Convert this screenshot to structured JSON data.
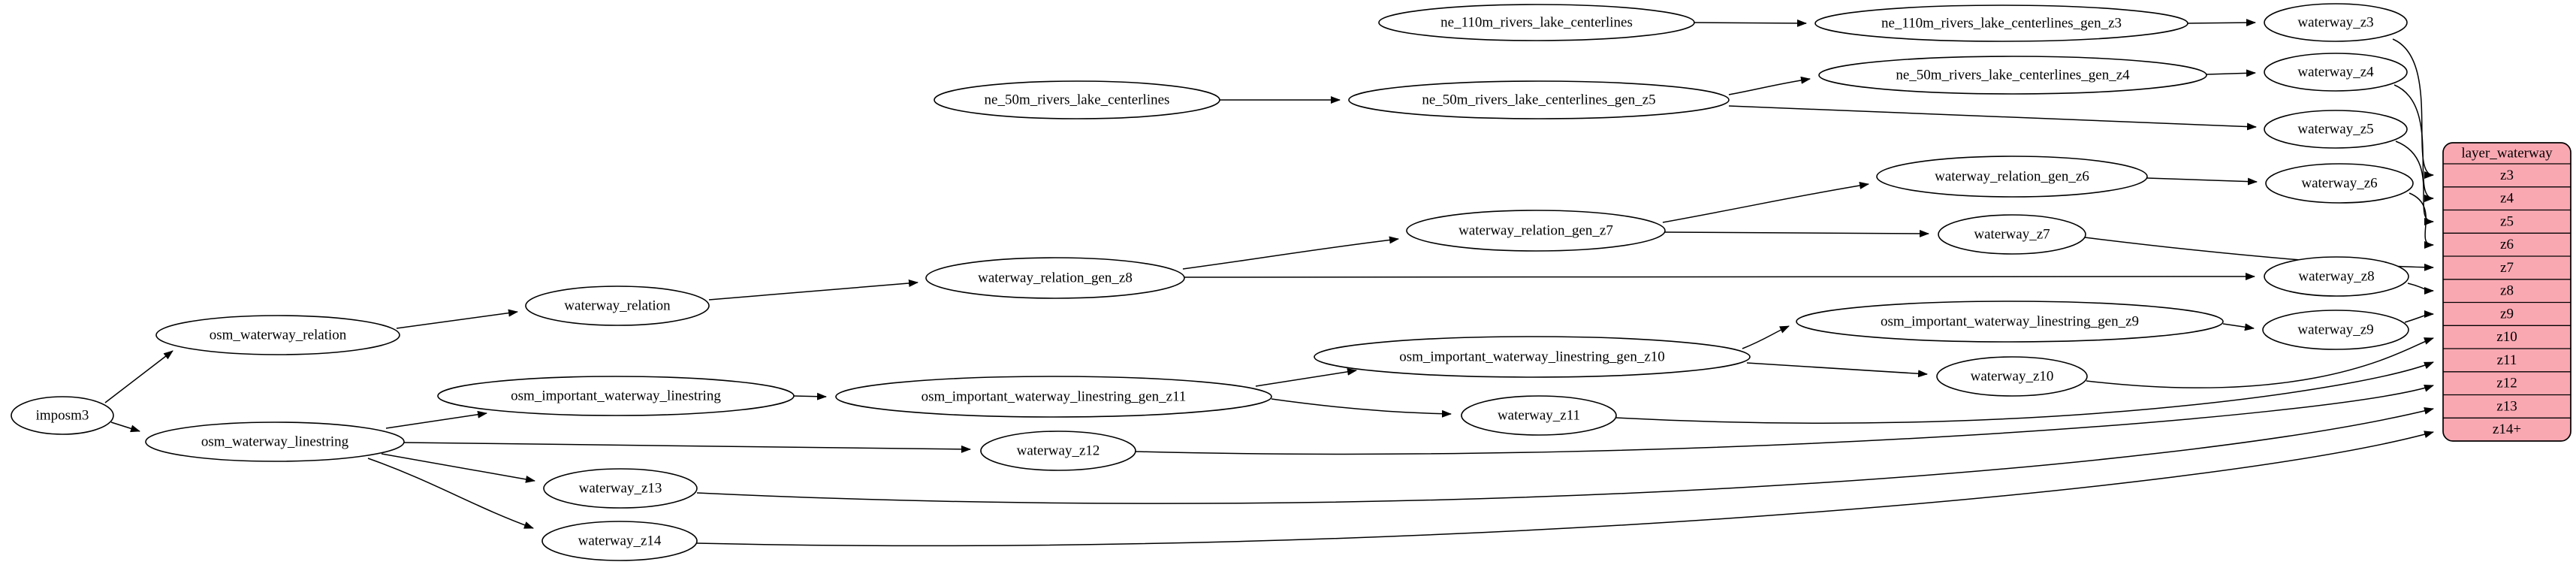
{
  "diagram": {
    "background_color": "#ffffff",
    "node_fill_color": "#ffffff",
    "node_stroke_color": "#000000",
    "table_fill_color": "#f9a8b2",
    "nodes": [
      {
        "id": "imposm3",
        "label": "imposm3"
      },
      {
        "id": "osm_waterway_relation",
        "label": "osm_waterway_relation"
      },
      {
        "id": "osm_waterway_linestring",
        "label": "osm_waterway_linestring"
      },
      {
        "id": "waterway_relation",
        "label": "waterway_relation"
      },
      {
        "id": "osm_important_waterway_linestring",
        "label": "osm_important_waterway_linestring"
      },
      {
        "id": "waterway_relation_gen_z8",
        "label": "waterway_relation_gen_z8"
      },
      {
        "id": "waterway_relation_gen_z7",
        "label": "waterway_relation_gen_z7"
      },
      {
        "id": "waterway_relation_gen_z6",
        "label": "waterway_relation_gen_z6"
      },
      {
        "id": "osm_important_waterway_linestring_gen_z11",
        "label": "osm_important_waterway_linestring_gen_z11"
      },
      {
        "id": "osm_important_waterway_linestring_gen_z10",
        "label": "osm_important_waterway_linestring_gen_z10"
      },
      {
        "id": "osm_important_waterway_linestring_gen_z9",
        "label": "osm_important_waterway_linestring_gen_z9"
      },
      {
        "id": "ne_110m_rivers_lake_centerlines",
        "label": "ne_110m_rivers_lake_centerlines"
      },
      {
        "id": "ne_110m_rivers_lake_centerlines_gen_z3",
        "label": "ne_110m_rivers_lake_centerlines_gen_z3"
      },
      {
        "id": "ne_50m_rivers_lake_centerlines",
        "label": "ne_50m_rivers_lake_centerlines"
      },
      {
        "id": "ne_50m_rivers_lake_centerlines_gen_z5",
        "label": "ne_50m_rivers_lake_centerlines_gen_z5"
      },
      {
        "id": "ne_50m_rivers_lake_centerlines_gen_z4",
        "label": "ne_50m_rivers_lake_centerlines_gen_z4"
      },
      {
        "id": "waterway_z3",
        "label": "waterway_z3"
      },
      {
        "id": "waterway_z4",
        "label": "waterway_z4"
      },
      {
        "id": "waterway_z5",
        "label": "waterway_z5"
      },
      {
        "id": "waterway_z6",
        "label": "waterway_z6"
      },
      {
        "id": "waterway_z7",
        "label": "waterway_z7"
      },
      {
        "id": "waterway_z8",
        "label": "waterway_z8"
      },
      {
        "id": "waterway_z9",
        "label": "waterway_z9"
      },
      {
        "id": "waterway_z10",
        "label": "waterway_z10"
      },
      {
        "id": "waterway_z11",
        "label": "waterway_z11"
      },
      {
        "id": "waterway_z12",
        "label": "waterway_z12"
      },
      {
        "id": "waterway_z13",
        "label": "waterway_z13"
      },
      {
        "id": "waterway_z14",
        "label": "waterway_z14"
      }
    ],
    "table": {
      "title": "layer_waterway",
      "rows": [
        "z3",
        "z4",
        "z5",
        "z6",
        "z7",
        "z8",
        "z9",
        "z10",
        "z11",
        "z12",
        "z13",
        "z14+"
      ]
    }
  }
}
